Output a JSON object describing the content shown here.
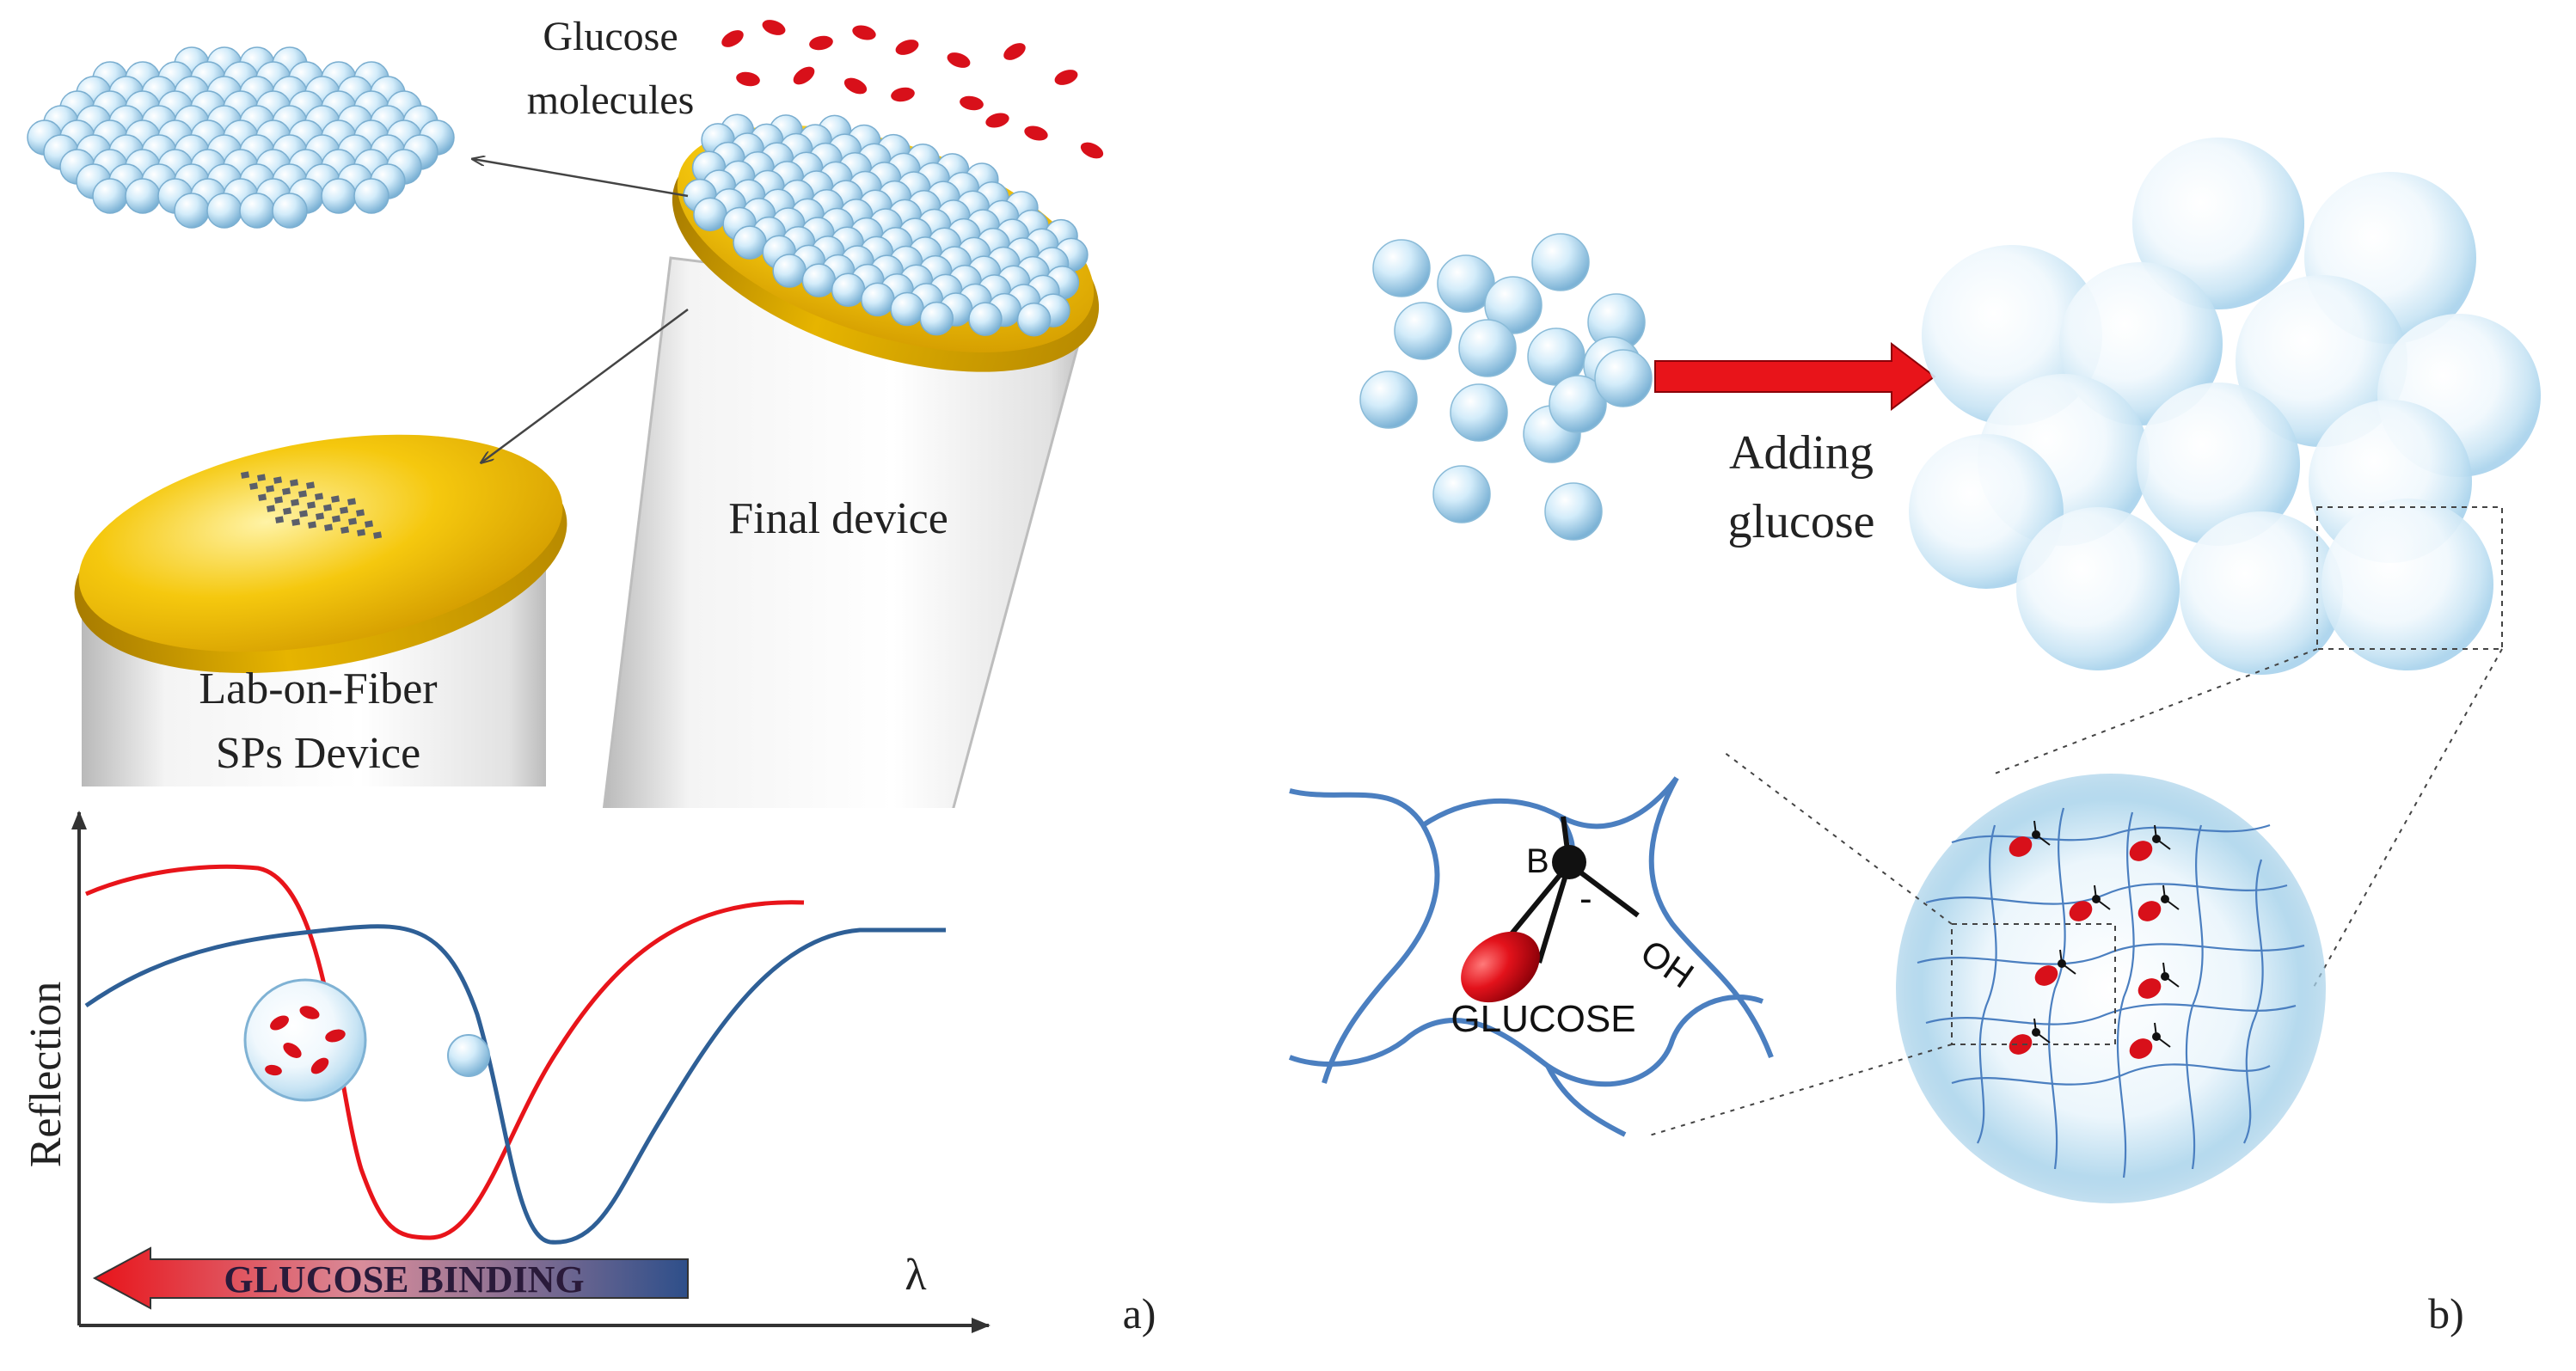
{
  "panel_a": {
    "label": "a)",
    "glucose_label_line1": "Glucose",
    "glucose_label_line2": "molecules",
    "final_device_label": "Final device",
    "lab_fiber_line1": "Lab-on-Fiber",
    "lab_fiber_line2": "SPs Device",
    "y_axis_label": "Reflection",
    "x_axis_label": "λ",
    "binding_arrow_label": "GLUCOSE BINDING"
  },
  "panel_b": {
    "label": "b)",
    "arrow_label_line1": "Adding",
    "arrow_label_line2": "glucose",
    "boron_label": "B",
    "charge_label": "-",
    "hydroxyl_label": "OH",
    "glucose_label": "GLUCOSE"
  },
  "colors": {
    "red_curve": "#e8141a",
    "blue_curve": "#2e5f96",
    "gold": "#f2c21a",
    "microgel": "#bfe0f3",
    "glucose": "#d8101a",
    "network": "#4b7fc0"
  }
}
